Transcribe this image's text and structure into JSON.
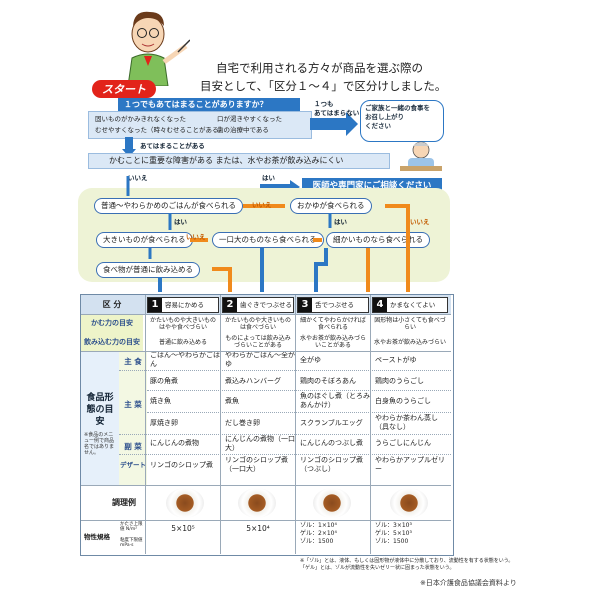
{
  "header": {
    "line1": "自宅で利用される方々が商品を選ぶ際の",
    "line2": "目安として、「区分１～４」で区分けしました。"
  },
  "start_label": "スタート",
  "question1": {
    "title": "１つでもあてはまることがありますか？",
    "items": [
      "固いものがかみきれなくなった",
      "口が渇きやすくなった",
      "むせやすくなった（時々むせることがある）",
      "歯の治療中である"
    ],
    "no_label": "１つも\nあてはまらない",
    "family_note": "ご家族と一緒の食事を\nお召し上がり\nください"
  },
  "applies_label": "あてはまることがある",
  "question2": "かむことに重要な障害がある または、水やお茶が飲み込みにくい",
  "q2_no": "いいえ",
  "q2_yes": "はい",
  "consult": "医師や専門家にご相談ください",
  "flow": {
    "box_a": "普通～やわらかめのごはんが食べられる",
    "box_b": "おかゆが食べられる",
    "box_c": "大きいものが食べられる",
    "box_d": "一口大のものなら食べられる",
    "box_e": "細かいものなら食べられる",
    "box_f": "食べ物が普通に飲み込める",
    "yes": "はい",
    "no": "いいえ"
  },
  "table": {
    "kubun_label": "区 分",
    "categories": [
      {
        "num": "1",
        "name": "容易にかめる"
      },
      {
        "num": "2",
        "name": "歯ぐきでつぶせる"
      },
      {
        "num": "3",
        "name": "舌でつぶせる"
      },
      {
        "num": "4",
        "name": "かまなくてよい"
      }
    ],
    "row_kamu": "かむ力の目安",
    "kamu": [
      "かたいものや大きいものはやや食べづらい",
      "かたいものや大きいものは食べづらい",
      "細かくてやわらかければ食べられる",
      "固形物は小さくても食べづらい"
    ],
    "row_nomu": "飲み込む力の目安",
    "nomu": [
      "普通に飲み込める",
      "ものによっては飲み込みづらいことがある",
      "水やお茶が飲み込みづらいことがある",
      "水やお茶が飲み込みづらい"
    ],
    "side_label": "食品形態の目安",
    "side_note": "※食品のメニュー例で商品名ではありません。",
    "rows": [
      {
        "label": "主 食",
        "cells": [
          "ごはん～やわらかごはん",
          "やわらかごはん～全がゆ",
          "全がゆ",
          "ペーストがゆ"
        ]
      },
      {
        "label": "主 菜",
        "cells": [
          "豚の角煮",
          "煮込みハンバーグ",
          "鶏肉のそぼろあん",
          "鶏肉のうらごし"
        ]
      },
      {
        "label": "",
        "cells": [
          "焼き魚",
          "煮魚",
          "魚のほぐし煮（とろみあんかけ）",
          "白身魚のうらごし"
        ]
      },
      {
        "label": "",
        "cells": [
          "厚焼き卵",
          "だし巻き卵",
          "スクランブルエッグ",
          "やわらか茶わん蒸し（具なし）"
        ]
      },
      {
        "label": "副 菜",
        "cells": [
          "にんじんの煮物",
          "にんじんの煮物（一口大）",
          "にんじんのつぶし煮",
          "うらごしにんじん"
        ]
      },
      {
        "label": "デザート",
        "cells": [
          "リンゴのシロップ煮",
          "リンゴのシロップ煮（一口大）",
          "リンゴのシロップ煮（つぶし）",
          "やわらかアップルゼリー"
        ]
      }
    ],
    "row_example": "調理例",
    "phys_label": "物性規格",
    "phys_sub1": "かたさ上限値 N/m²",
    "phys_sub2": "粘度下限値 mPa·s",
    "phys": [
      "5×10⁵",
      "5×10⁴",
      "ゾル：1×10⁴\nゲル：2×10⁴\nゾル：1500",
      "ゾル：3×10³\nゲル：5×10³\nゾル：1500"
    ]
  },
  "footnote1": "※「ゾル」とは、液体、もしくは固形物が液体中に分散しており、流動性を有する状態をいう。",
  "footnote2": "「ゲル」とは、ゾルが流動性を失いゼリー状に固まった状態をいう。",
  "source": "※日本介護食品協議会資料より",
  "colors": {
    "accent_blue": "#2c77c4",
    "accent_red": "#e2231a",
    "accent_orange": "#f08a1c",
    "accent_yellow": "#fbe9a8"
  }
}
